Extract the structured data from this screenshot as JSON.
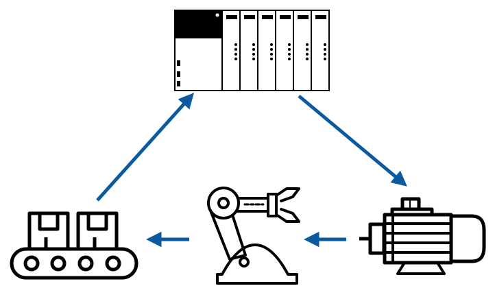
{
  "diagram": {
    "nodes": [
      {
        "id": "plc",
        "icon": "plc-rack-icon"
      },
      {
        "id": "motor",
        "icon": "electric-motor-icon"
      },
      {
        "id": "robot",
        "icon": "robotic-arm-icon"
      },
      {
        "id": "conveyor",
        "icon": "conveyor-belt-boxes-icon"
      }
    ],
    "edges": [
      {
        "from": "plc",
        "to": "motor"
      },
      {
        "from": "motor",
        "to": "robot"
      },
      {
        "from": "robot",
        "to": "conveyor"
      },
      {
        "from": "conveyor",
        "to": "plc"
      }
    ],
    "colors": {
      "arrow": "#0b5aa0",
      "icon_stroke": "#000000",
      "background": "#ffffff"
    }
  }
}
